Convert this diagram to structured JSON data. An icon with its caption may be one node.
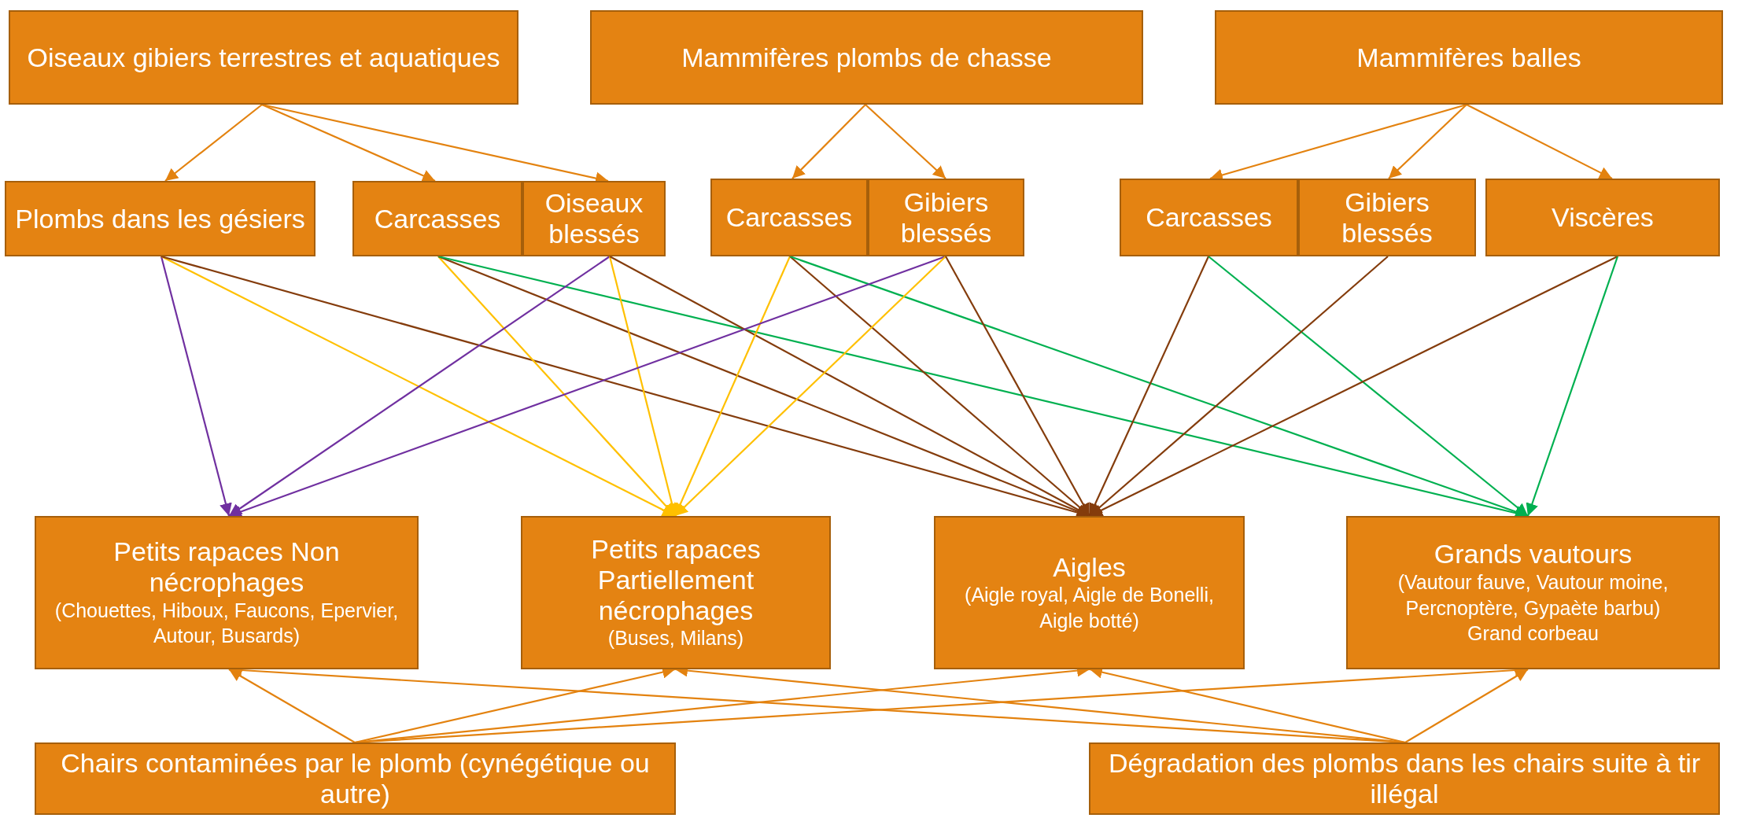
{
  "diagram": {
    "nodes": [
      {
        "text": [
          "Oiseaux gibiers terrestres et aquatiques"
        ]
      },
      {
        "text": [
          "Mammifères plombs de chasse"
        ]
      },
      {
        "text": [
          "Mammifères balles"
        ]
      },
      {
        "text": [
          "Plombs dans les gésiers"
        ]
      },
      {
        "text": [
          "Carcasses"
        ]
      },
      {
        "text": [
          "Oiseaux blessés"
        ]
      },
      {
        "text": [
          "Carcasses"
        ]
      },
      {
        "text": [
          "Gibiers blessés"
        ]
      },
      {
        "text": [
          "Carcasses"
        ]
      },
      {
        "text": [
          "Gibiers blessés"
        ]
      },
      {
        "text": [
          "Viscères"
        ]
      },
      {
        "text": [
          "Petits rapaces Non nécrophages",
          "(Chouettes, Hiboux, Faucons, Epervier, Autour, Busards)"
        ]
      },
      {
        "text": [
          "Petits rapaces Partiellement nécrophages",
          "(Buses, Milans)"
        ]
      },
      {
        "text": [
          "Aigles",
          "(Aigle royal, Aigle de Bonelli, Aigle botté)"
        ]
      },
      {
        "text": [
          "Grands vautours",
          "(Vautour fauve, Vautour moine, Percnoptère, Gypaète barbu)",
          "Grand corbeau"
        ]
      },
      {
        "text": [
          "Chairs contaminées par le plomb (cynégétique ou autre)"
        ]
      },
      {
        "text": [
          "Dégradation des plombs dans les chairs suite à tir illégal"
        ]
      }
    ],
    "edges": [
      {
        "from": 0,
        "to": 3,
        "arrow": "to"
      },
      {
        "from": 0,
        "to": 4,
        "arrow": "to"
      },
      {
        "from": 0,
        "to": 5,
        "arrow": "to"
      },
      {
        "from": 1,
        "to": 6,
        "arrow": "to"
      },
      {
        "from": 1,
        "to": 7,
        "arrow": "to"
      },
      {
        "from": 2,
        "to": 8,
        "arrow": "to"
      },
      {
        "from": 2,
        "to": 9,
        "arrow": "to"
      },
      {
        "from": 2,
        "to": 10,
        "arrow": "to"
      },
      {
        "from": 3,
        "to": 11,
        "arrow": "to",
        "color": "#7030a0"
      },
      {
        "from": 3,
        "to": 12,
        "arrow": "to",
        "color": "#ffc000"
      },
      {
        "from": 3,
        "to": 13,
        "arrow": "to",
        "color": "#843c0c"
      },
      {
        "from": 4,
        "to": 12,
        "arrow": "to",
        "color": "#ffc000"
      },
      {
        "from": 4,
        "to": 13,
        "arrow": "to",
        "color": "#843c0c"
      },
      {
        "from": 4,
        "to": 14,
        "arrow": "to",
        "color": "#00b050"
      },
      {
        "from": 5,
        "to": 11,
        "arrow": "to",
        "color": "#7030a0"
      },
      {
        "from": 5,
        "to": 12,
        "arrow": "to",
        "color": "#ffc000"
      },
      {
        "from": 5,
        "to": 13,
        "arrow": "to",
        "color": "#843c0c"
      },
      {
        "from": 6,
        "to": 12,
        "arrow": "to",
        "color": "#ffc000"
      },
      {
        "from": 6,
        "to": 13,
        "arrow": "to",
        "color": "#843c0c"
      },
      {
        "from": 6,
        "to": 14,
        "arrow": "to",
        "color": "#00b050"
      },
      {
        "from": 7,
        "to": 11,
        "arrow": "to",
        "color": "#7030a0"
      },
      {
        "from": 7,
        "to": 12,
        "arrow": "to",
        "color": "#ffc000"
      },
      {
        "from": 7,
        "to": 13,
        "arrow": "to",
        "color": "#843c0c"
      },
      {
        "from": 8,
        "to": 13,
        "arrow": "to",
        "color": "#843c0c"
      },
      {
        "from": 8,
        "to": 14,
        "arrow": "to",
        "color": "#00b050"
      },
      {
        "from": 9,
        "to": 13,
        "arrow": "to",
        "color": "#843c0c"
      },
      {
        "from": 10,
        "to": 13,
        "arrow": "to",
        "color": "#843c0c"
      },
      {
        "from": 10,
        "to": 14,
        "arrow": "to",
        "color": "#00b050"
      },
      {
        "from": 15,
        "to": 11,
        "arrow": "to"
      },
      {
        "from": 15,
        "to": 12,
        "arrow": "to"
      },
      {
        "from": 15,
        "to": 13,
        "arrow": "to"
      },
      {
        "from": 15,
        "to": 14,
        "arrow": "to"
      },
      {
        "from": 16,
        "to": 11,
        "arrow": "to"
      },
      {
        "from": 16,
        "to": 12,
        "arrow": "to"
      },
      {
        "from": 16,
        "to": 13,
        "arrow": "to"
      },
      {
        "from": 16,
        "to": 14,
        "arrow": "to"
      }
    ]
  }
}
